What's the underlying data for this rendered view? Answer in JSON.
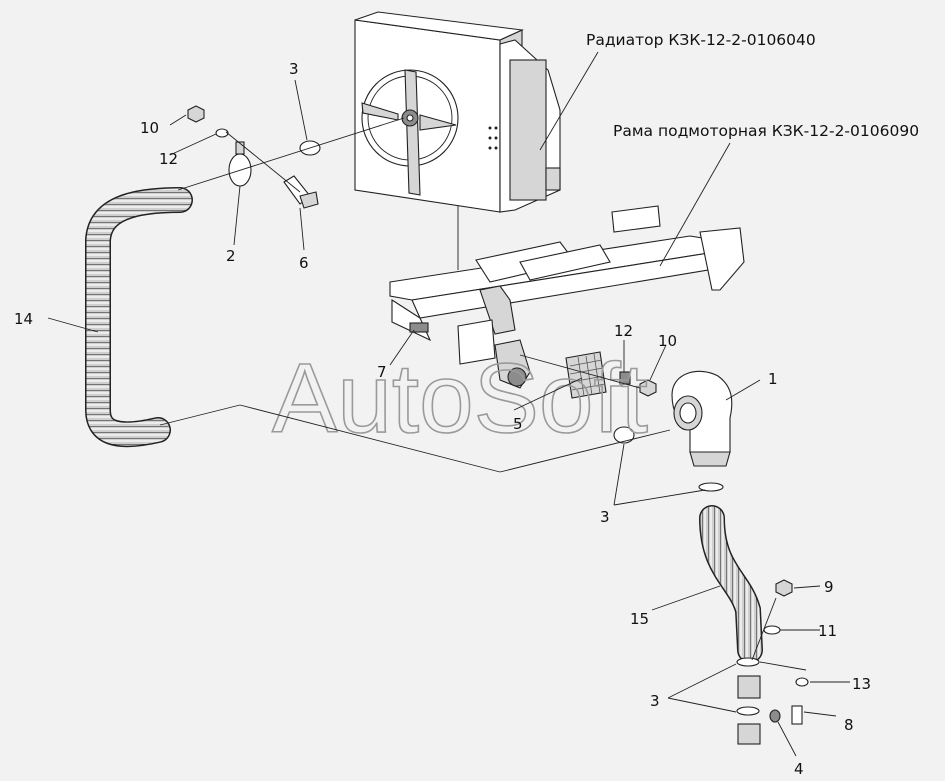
{
  "labels": {
    "radiator": "Радиатор КЗК-12-2-0106040",
    "frame": "Рама подмоторная КЗК-12-2-0106090",
    "p1": "1",
    "p2": "2",
    "p3_top": "3",
    "p3_mid": "3",
    "p3_bottom": "3",
    "p4": "4",
    "p5": "5",
    "p6": "6",
    "p7": "7",
    "p8": "8",
    "p9": "9",
    "p10_left": "10",
    "p10_right": "10",
    "p11": "11",
    "p12_left": "12",
    "p12_right": "12",
    "p13": "13",
    "p14": "14",
    "p15": "15"
  },
  "watermark": "AutoSoft"
}
